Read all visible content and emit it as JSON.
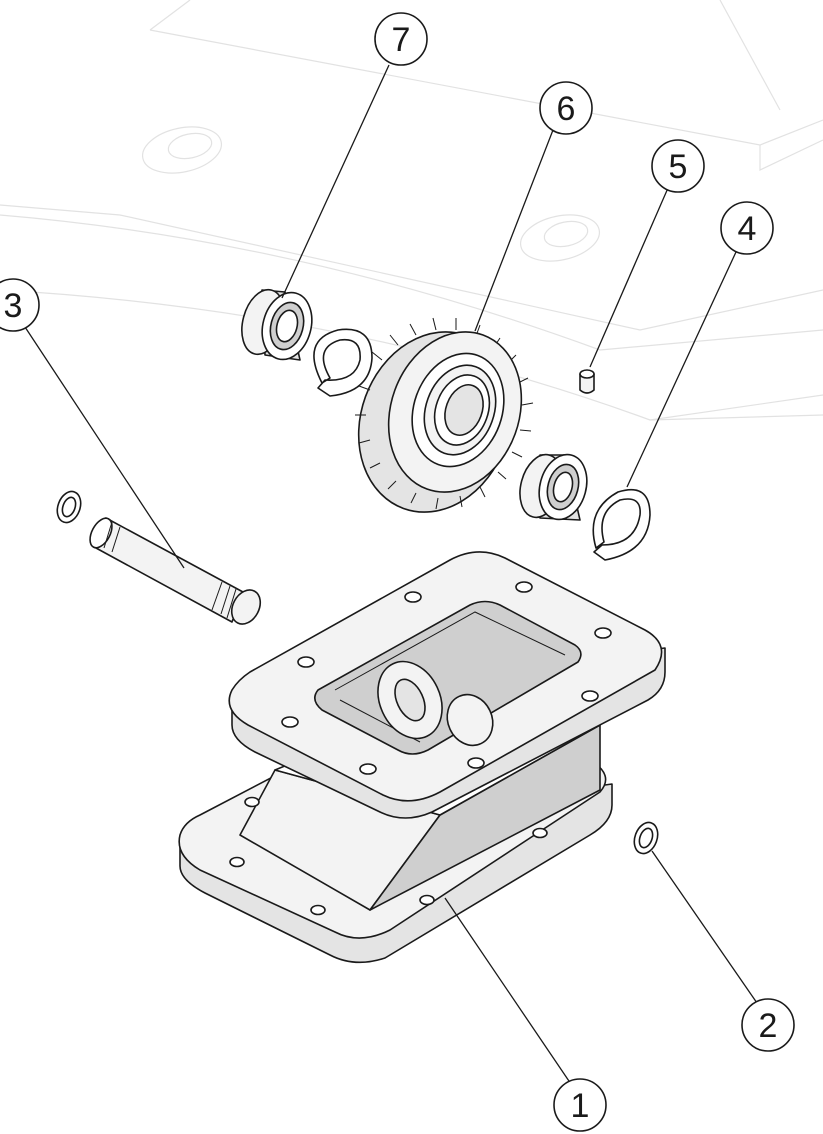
{
  "diagram": {
    "callouts": [
      {
        "label": "1",
        "part": "housing"
      },
      {
        "label": "2",
        "part": "o-ring-small-right"
      },
      {
        "label": "3",
        "part": "shaft"
      },
      {
        "label": "4",
        "part": "retaining-ring-right"
      },
      {
        "label": "5",
        "part": "key-pin"
      },
      {
        "label": "6",
        "part": "gear"
      },
      {
        "label": "7",
        "part": "bearing-upper"
      }
    ]
  }
}
